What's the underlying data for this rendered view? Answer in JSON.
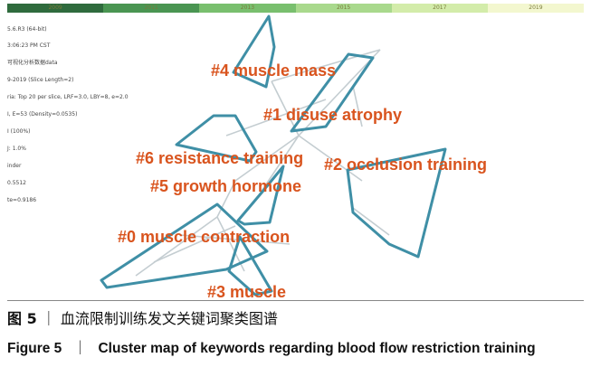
{
  "timeline": {
    "years": [
      "2009",
      "2011",
      "2013",
      "2015",
      "2017",
      "2019"
    ],
    "colors": [
      "#2f6b3d",
      "#4a9552",
      "#79bf6e",
      "#a9d98d",
      "#d3ecaa",
      "#f3f7cf"
    ]
  },
  "meta_lines": [
    "5.6.R3 (64-bit)",
    "3:06:23 PM CST",
    "可视化分析数据data",
    "9-2019 (Slice Length=2)",
    "ria: Top 20 per slice, LRF=3.0, LBY=8, e=2.0",
    "I, E=53 (Density=0.0535)",
    "I (100%)",
    "J: 1.0%",
    "inder",
    "0.5512",
    "te=0.9186"
  ],
  "clusters": [
    {
      "id": "c4",
      "label": "#4 muscle mass"
    },
    {
      "id": "c1",
      "label": "#1 disuse atrophy"
    },
    {
      "id": "c6",
      "label": "#6 resistance training"
    },
    {
      "id": "c2",
      "label": "#2 occlusion training"
    },
    {
      "id": "c5",
      "label": "#5 growth hormone"
    },
    {
      "id": "c0",
      "label": "#0 muscle contraction"
    },
    {
      "id": "c3",
      "label": "#3 muscle"
    }
  ],
  "colors": {
    "cluster_label": "#d9541e",
    "outline": "#3f8fa6",
    "links": "#c4cdd1"
  },
  "caption": {
    "cn_fig": "图 5",
    "cn_sep": "｜",
    "cn_text": "血流限制训练发文关键词聚类图谱",
    "en_fig": "Figure 5",
    "en_sep": "｜",
    "en_text": "Cluster map of keywords regarding blood flow restriction training"
  }
}
